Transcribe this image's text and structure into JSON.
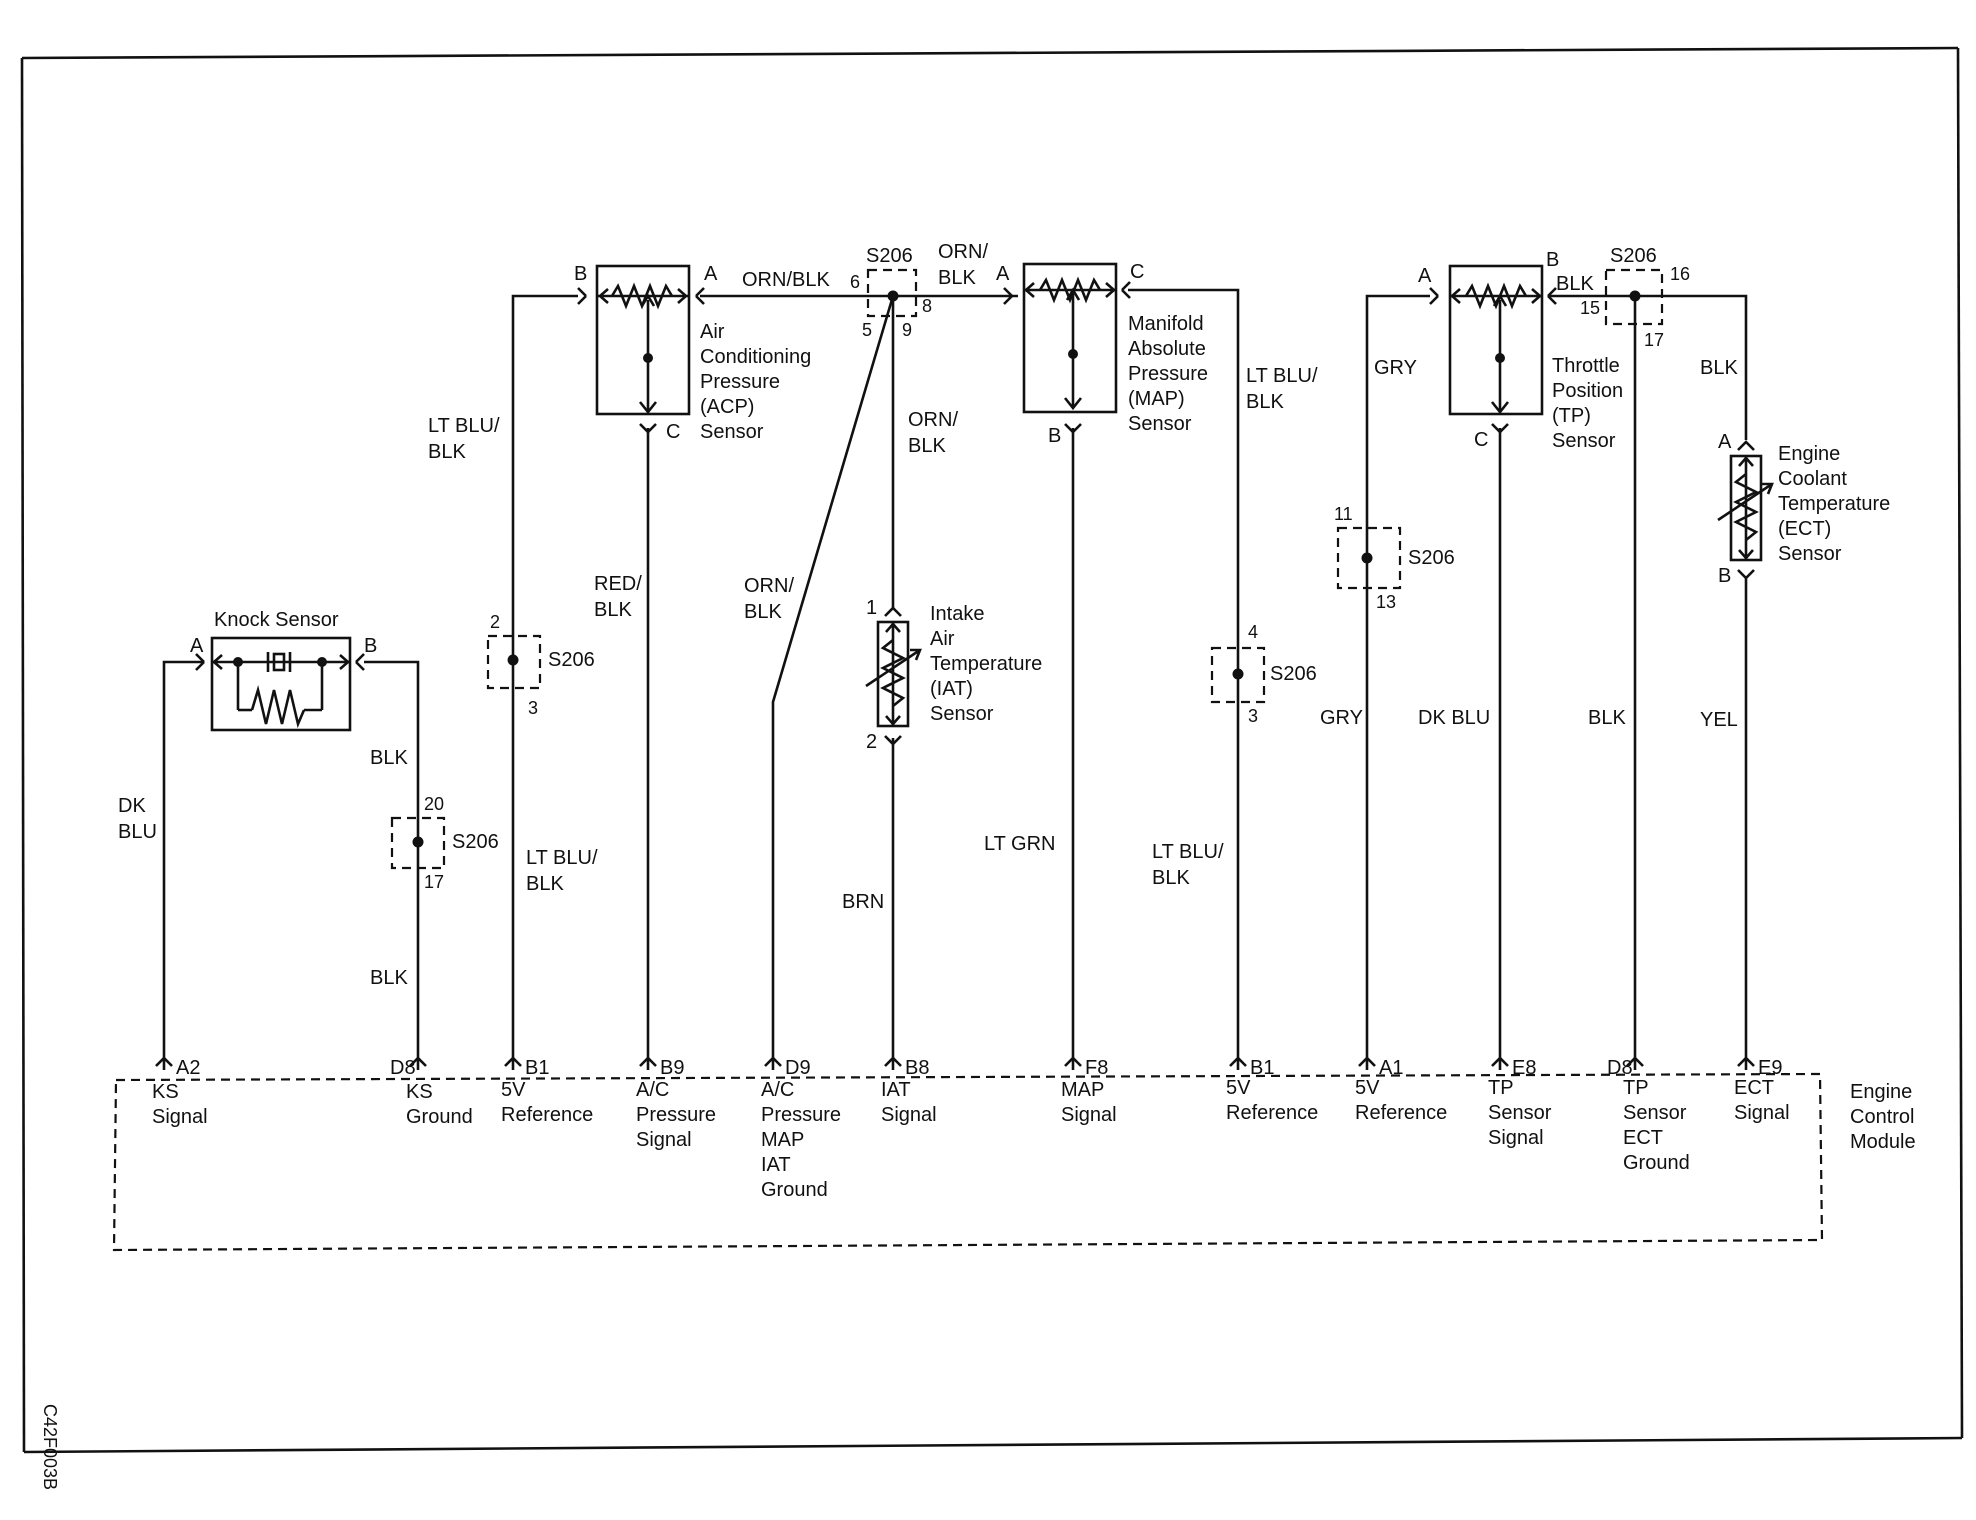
{
  "diagram_code": "C42F003B",
  "ecm": {
    "label_lines": [
      "Engine",
      "Control",
      "Module"
    ]
  },
  "splice": "S206",
  "components": {
    "knock": {
      "title": "Knock Sensor",
      "pin_a": "A",
      "pin_b": "B"
    },
    "acp": {
      "lines": [
        "Air",
        "Conditioning",
        "Pressure",
        "(ACP)",
        "Sensor"
      ],
      "pin_a": "A",
      "pin_b": "B",
      "pin_c": "C"
    },
    "map": {
      "lines": [
        "Manifold",
        "Absolute",
        "Pressure",
        "(MAP)",
        "Sensor"
      ],
      "pin_a": "A",
      "pin_b": "B",
      "pin_c": "C"
    },
    "tp": {
      "lines": [
        "Throttle",
        "Position",
        "(TP)",
        "Sensor"
      ],
      "pin_a": "A",
      "pin_b": "B",
      "pin_c": "C"
    },
    "iat": {
      "lines": [
        "Intake",
        "Air",
        "Temperature",
        "(IAT)",
        "Sensor"
      ],
      "pin_1": "1",
      "pin_2": "2"
    },
    "ect": {
      "lines": [
        "Engine",
        "Coolant",
        "Temperature",
        "(ECT)",
        "Sensor"
      ],
      "pin_a": "A",
      "pin_b": "B"
    }
  },
  "splice_pins": {
    "s_knock": [
      "20",
      "17"
    ],
    "s_b1": [
      "2",
      "3"
    ],
    "s_top": [
      "6",
      "8",
      "5",
      "9"
    ],
    "s_b1r": [
      "4",
      "3"
    ],
    "s_a1": [
      "11",
      "13"
    ],
    "s_tp": [
      "15",
      "16",
      "17"
    ]
  },
  "wires": {
    "dk_blu_knock": [
      "DK",
      "BLU"
    ],
    "blk_knock1": "BLK",
    "blk_knock2": "BLK",
    "lt_blu_blk_top": [
      "LT BLU/",
      "BLK"
    ],
    "lt_blu_blk_mid": [
      "LT BLU/",
      "BLK"
    ],
    "red_blk": [
      "RED/",
      "BLK"
    ],
    "orn_blk_top": "ORN/BLK",
    "orn_blk_right": [
      "ORN/",
      "BLK"
    ],
    "orn_blk_drop": [
      "ORN/",
      "BLK"
    ],
    "orn_blk_diag": [
      "ORN/",
      "BLK"
    ],
    "brn": "BRN",
    "lt_grn": "LT GRN",
    "lt_blu_blk_r1": [
      "LT BLU/",
      "BLK"
    ],
    "lt_blu_blk_r2": [
      "LT BLU/",
      "BLK"
    ],
    "gry_top": "GRY",
    "gry_bottom": "GRY",
    "dk_blu_tp": "DK BLU",
    "blk_tp_top": "BLK",
    "blk_tp_right": "BLK",
    "blk_tp_mid": "BLK",
    "yel": "YEL"
  },
  "terminals": [
    {
      "pin": "A2",
      "lines": [
        "KS",
        "Signal"
      ]
    },
    {
      "pin": "D8",
      "lines": [
        "KS",
        "Ground"
      ]
    },
    {
      "pin": "B1",
      "lines": [
        "5V",
        "Reference"
      ]
    },
    {
      "pin": "B9",
      "lines": [
        "A/C",
        "Pressure",
        "Signal"
      ]
    },
    {
      "pin": "D9",
      "lines": [
        "A/C",
        "Pressure",
        "MAP",
        "IAT",
        "Ground"
      ]
    },
    {
      "pin": "B8",
      "lines": [
        "IAT",
        "Signal"
      ]
    },
    {
      "pin": "F8",
      "lines": [
        "MAP",
        "Signal"
      ]
    },
    {
      "pin": "B1",
      "lines": [
        "5V",
        "Reference"
      ]
    },
    {
      "pin": "A1",
      "lines": [
        "5V",
        "Reference"
      ]
    },
    {
      "pin": "E8",
      "lines": [
        "TP",
        "Sensor",
        "Signal"
      ]
    },
    {
      "pin": "D8",
      "lines": [
        "TP",
        "Sensor",
        "ECT",
        "Ground"
      ]
    },
    {
      "pin": "E9",
      "lines": [
        "ECT",
        "Signal"
      ]
    }
  ]
}
